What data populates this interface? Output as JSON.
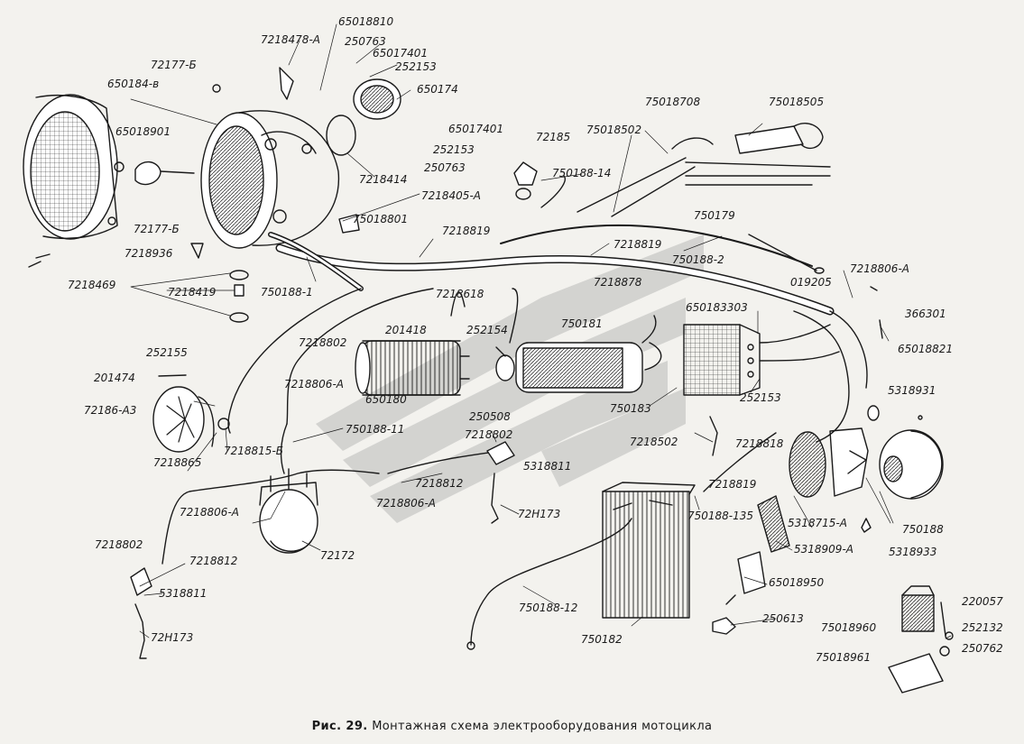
{
  "caption": {
    "fig": "Рис. 29.",
    "text": "Монтажная схема электрооборудования мотоцикла"
  },
  "labels": {
    "l7218478A": "7218478-А",
    "l65018810": "65018810",
    "l250763a": "250763",
    "l65017401a": "65017401",
    "l252153a": "252153",
    "l650174": "650174",
    "l72177B_top": "72177-Б",
    "l6501848": "650184-в",
    "l65018901": "65018901",
    "l72177B_low": "72177-Б",
    "l7218936": "7218936",
    "l7218469": "7218469",
    "l7218419": "7218419",
    "l750188_1": "750188-1",
    "l7218414": "7218414",
    "l65017401b": "65017401",
    "l252153b": "252153",
    "l250763b": "250763",
    "l72185": "72185",
    "l750188_14": "750188-14",
    "l7218405A": "7218405-А",
    "l75018801": "75018801",
    "l7218819a": "7218819",
    "l75018708": "75018708",
    "l75018505": "75018505",
    "l75018502": "75018502",
    "l750179": "750179",
    "l7218819b": "7218819",
    "l750188_2": "750188-2",
    "l7218618": "7218618",
    "l7218878": "7218878",
    "l7218806A_r": "7218806-А",
    "l019205": "019205",
    "l650183303": "650183303",
    "l366301": "366301",
    "l65018821": "65018821",
    "l201418": "201418",
    "l252154": "252154",
    "l750181": "750181",
    "l7218802a": "7218802",
    "l252155": "252155",
    "l201474": "201474",
    "l72186A3": "72186-А3",
    "l7218806A_m": "7218806-А",
    "l650180": "650180",
    "l250508": "250508",
    "l750183": "750183",
    "l252153c": "252153",
    "l5318931": "5318931",
    "l750188_11": "750188-11",
    "l7218802b": "7218802",
    "l7218865": "7218865",
    "l7218815B": "7218815-Б",
    "l7218502": "7218502",
    "l7218818": "7218818",
    "l5318811a": "5318811",
    "l7218812a": "7218812",
    "l7218819c": "7218819",
    "l7218806A_l": "7218806-А",
    "l7218806A_c": "7218806-А",
    "l72H173a": "72Н173",
    "l750188_135": "750188-135",
    "l5318715A": "5318715-А",
    "l750188": "750188",
    "l72172": "72172",
    "l5318909A": "5318909-А",
    "l5318933": "5318933",
    "l7218802c": "7218802",
    "l7218812b": "7218812",
    "l5318811b": "5318811",
    "l65018950": "65018950",
    "l750188_12": "750188-12",
    "l220057": "220057",
    "l250613": "250613",
    "l75018960": "75018960",
    "l252132": "252132",
    "l72H173b": "72Н173",
    "l750182": "750182",
    "l250762": "250762",
    "l75018961": "75018961"
  },
  "colors": {
    "ink": "#1a1a1a",
    "paper": "#f3f2ee",
    "watermark": "#9a9a9a"
  }
}
